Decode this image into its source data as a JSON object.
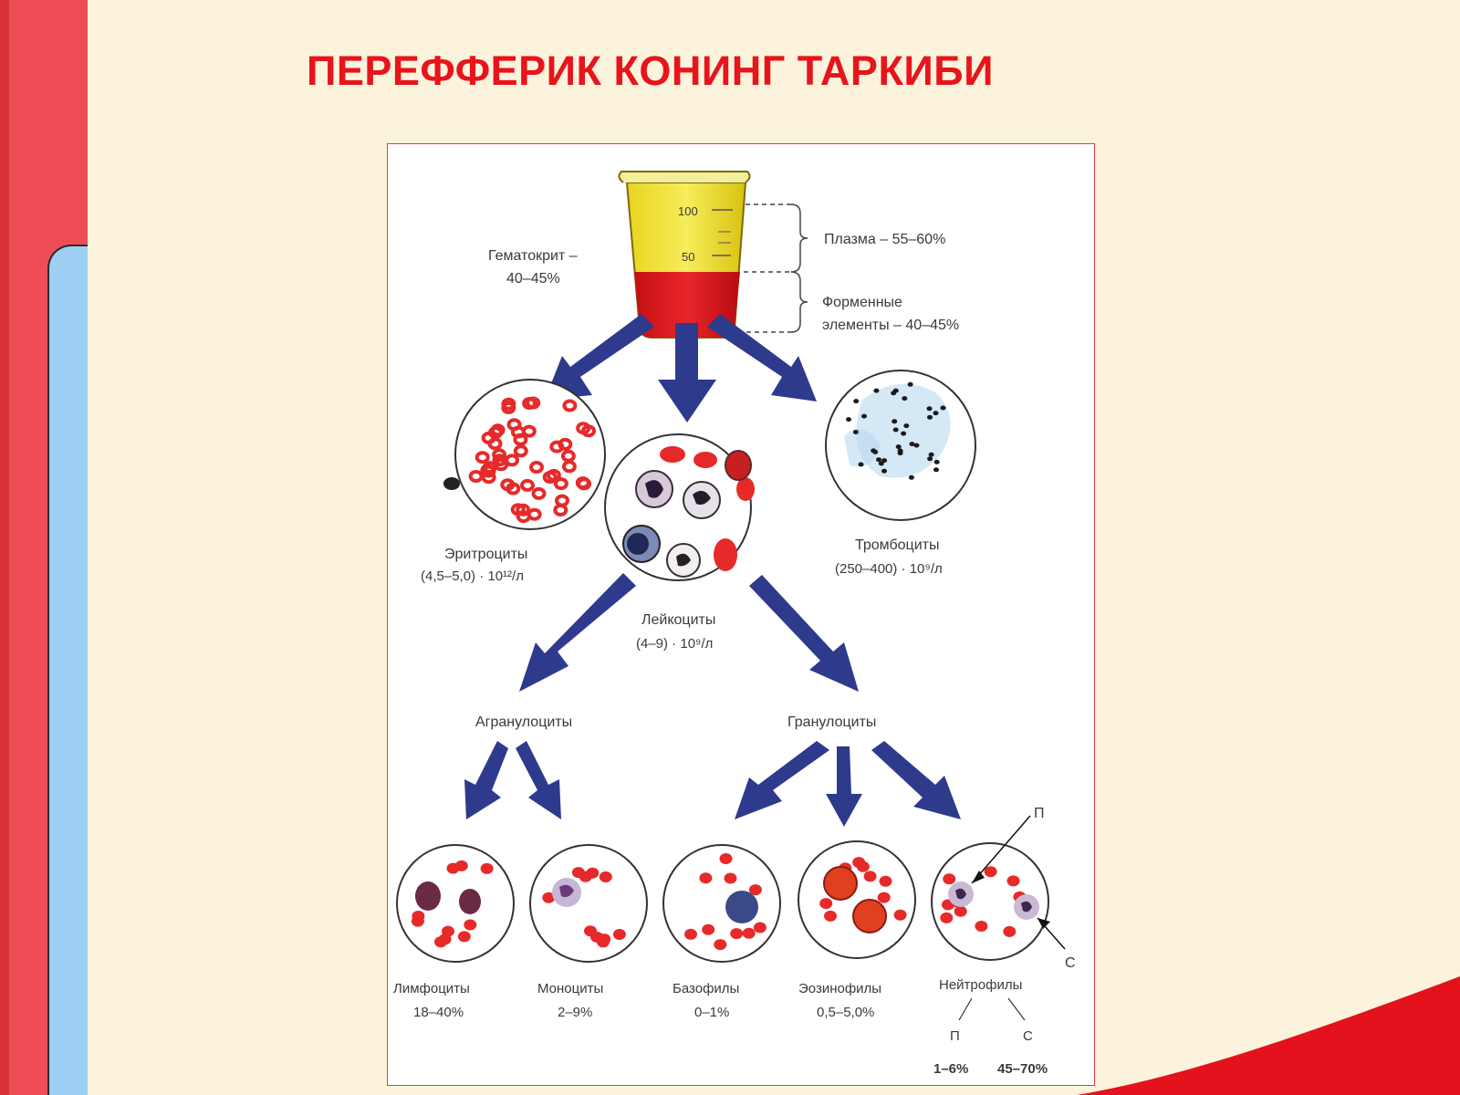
{
  "title": "ПЕРЕФФЕРИК КОНИНГ ТАРКИБИ",
  "beaker": {
    "mark_top": "100",
    "mark_mid": "50"
  },
  "labels": {
    "hematocrit_1": "Гематокрит –",
    "hematocrit_2": "40–45%",
    "plasma": "Плазма – 55–60%",
    "formed_1": "Форменные",
    "formed_2": "элементы – 40–45%"
  },
  "cells": {
    "erythrocytes": {
      "name": "Эритроциты",
      "value": "(4,5–5,0) · 10¹²/л"
    },
    "leukocytes": {
      "name": "Лейкоциты",
      "value": "(4–9) · 10⁹/л"
    },
    "thrombocytes": {
      "name": "Тромбоциты",
      "value": "(250–400) · 10⁹/л"
    }
  },
  "groups": {
    "agranulocytes": "Агранулоциты",
    "granulocytes": "Гранулоциты"
  },
  "types": {
    "lymphocytes": {
      "name": "Лимфоциты",
      "value": "18–40%"
    },
    "monocytes": {
      "name": "Моноциты",
      "value": "2–9%"
    },
    "basophils": {
      "name": "Базофилы",
      "value": "0–1%"
    },
    "eosinophils": {
      "name": "Эозинофилы",
      "value": "0,5–5,0%"
    },
    "neutrophils": {
      "name": "Нейтрофилы"
    }
  },
  "neutrophil_subtypes": {
    "p_letter": "П",
    "s_letter": "С",
    "p_value": "1–6%",
    "s_value": "45–70%"
  },
  "colors": {
    "title_red": "#e8141c",
    "arrow_blue": "#2e3a8c",
    "cell_red": "#e62a2a",
    "plasma_yellow": "#f2e23a"
  }
}
